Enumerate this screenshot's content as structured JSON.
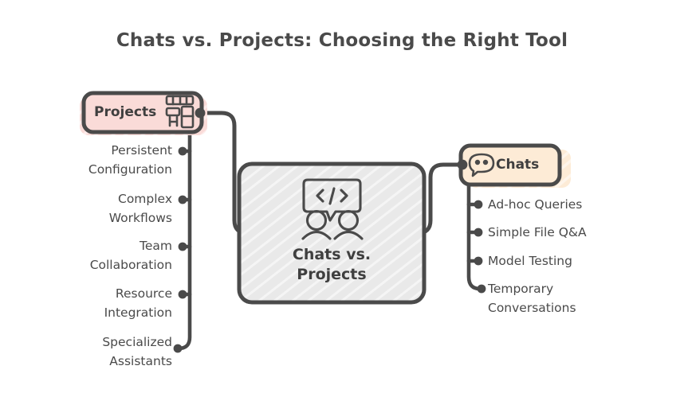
{
  "title": "Chats vs. Projects: Choosing the Right Tool",
  "colors": {
    "stroke": "#4a4a4a",
    "text": "#4a4a4a",
    "projects_fill": "#fadbd8",
    "chats_fill": "#fdebd6",
    "center_fill": "#e9e9e9",
    "page_background": "#ffffff"
  },
  "center": {
    "label_line1": "Chats vs.",
    "label_line2": "Projects",
    "icon": "code-speech-bubble-people-icon"
  },
  "branches": {
    "projects": {
      "label": "Projects",
      "icon": "kanban-board-icon",
      "items": [
        {
          "line1": "Persistent",
          "line2": "Configuration"
        },
        {
          "line1": "Complex",
          "line2": "Workflows"
        },
        {
          "line1": "Team",
          "line2": "Collaboration"
        },
        {
          "line1": "Resource",
          "line2": "Integration"
        },
        {
          "line1": "Specialized",
          "line2": "Assistants"
        }
      ]
    },
    "chats": {
      "label": "Chats",
      "icon": "speech-bubble-icon",
      "items": [
        {
          "line1": "Ad-hoc Queries",
          "line2": ""
        },
        {
          "line1": "Simple File Q&A",
          "line2": ""
        },
        {
          "line1": "Model Testing",
          "line2": ""
        },
        {
          "line1": "Temporary",
          "line2": "Conversations"
        }
      ]
    }
  }
}
